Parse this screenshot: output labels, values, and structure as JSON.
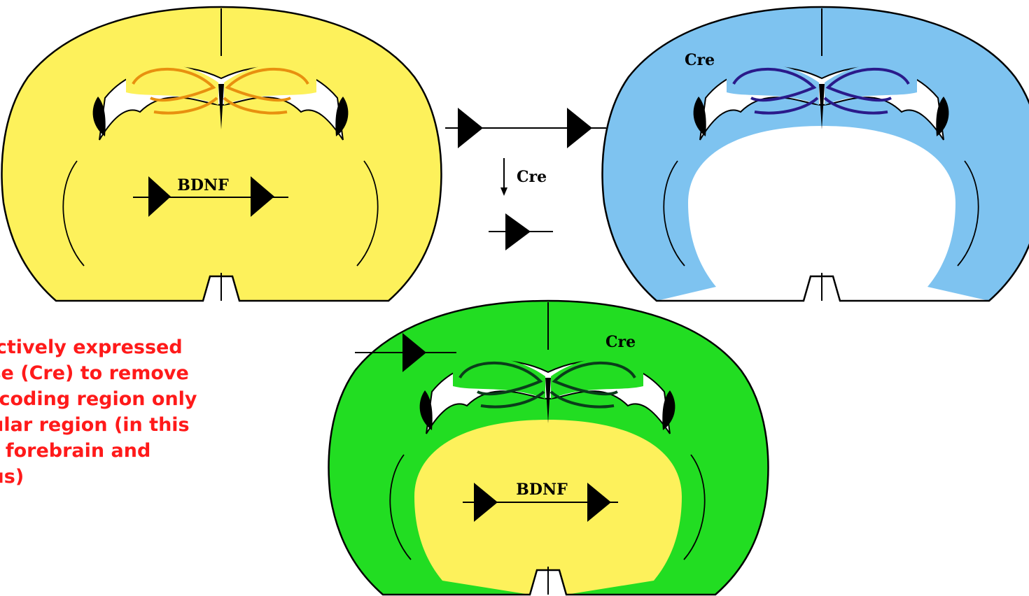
{
  "diagram": {
    "brain_top_left": {
      "gene_label": "BDNF"
    },
    "brain_top_right": {
      "label": "Cre"
    },
    "brain_bottom": {
      "label": "Cre",
      "gene_label": "BDNF"
    },
    "recombination": {
      "label": "Cre"
    },
    "caption_lines": [
      "electively expressed",
      "nase (Cre) to remove",
      "NF coding region only",
      "ticular region (in this",
      " the forebrain and",
      "npus)"
    ],
    "colors": {
      "wildtype_fill": "#fdf15b",
      "cre_fill": "#7ec3f0",
      "knockout_fill": "#22dd22",
      "hippocampus_orange": "#e8900f",
      "hippocampus_purple": "#2a1a8a",
      "hippocampus_darkgreen": "#0a3d1a",
      "caption_text": "#ff1a1a"
    }
  }
}
